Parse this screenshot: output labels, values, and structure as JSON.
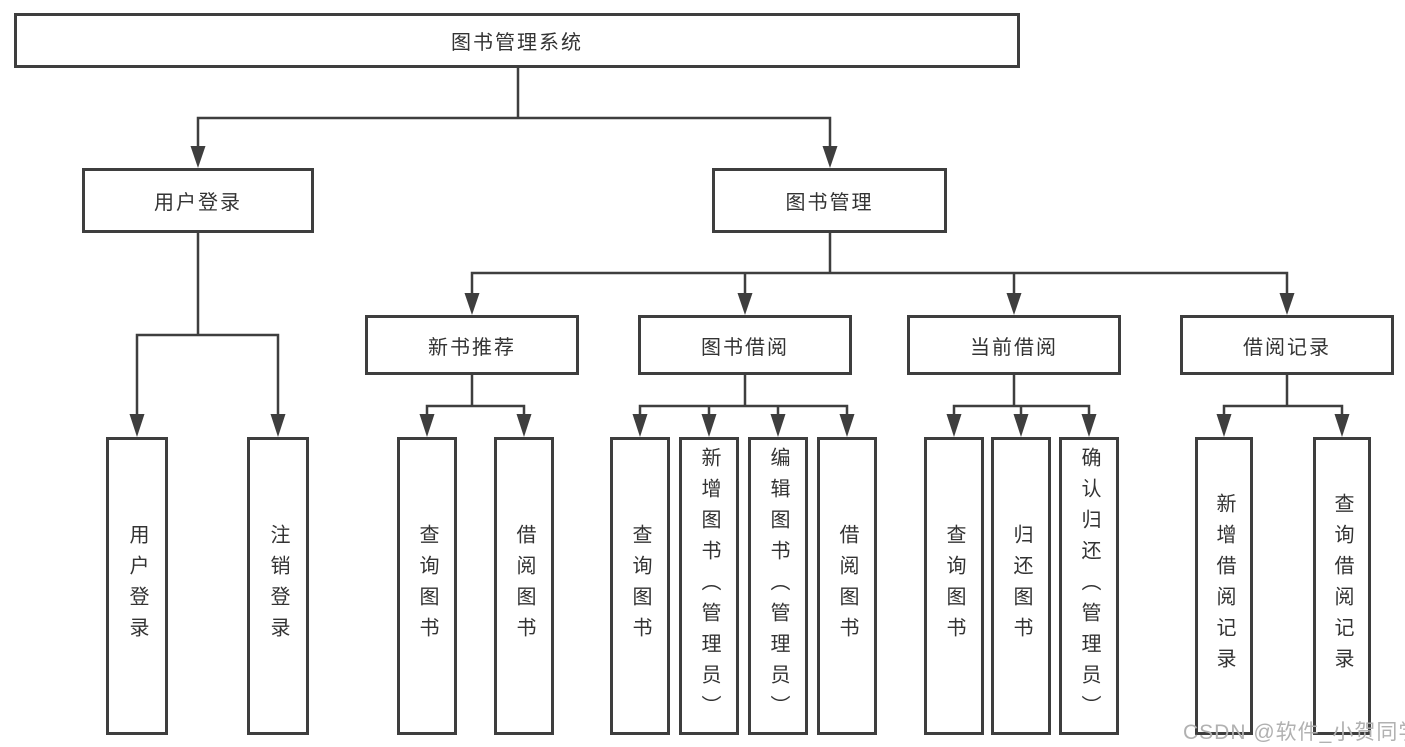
{
  "tree": {
    "label": "图书管理系统",
    "children": [
      {
        "label": "用户登录",
        "children": [
          {
            "label": "用户登录"
          },
          {
            "label": "注销登录"
          }
        ]
      },
      {
        "label": "图书管理",
        "children": [
          {
            "label": "新书推荐",
            "children": [
              {
                "label": "查询图书"
              },
              {
                "label": "借阅图书"
              }
            ]
          },
          {
            "label": "图书借阅",
            "children": [
              {
                "label": "查询图书"
              },
              {
                "label": "新增图书（管理员）"
              },
              {
                "label": "编辑图书（管理员）"
              },
              {
                "label": "借阅图书"
              }
            ]
          },
          {
            "label": "当前借阅",
            "children": [
              {
                "label": "查询图书"
              },
              {
                "label": "归还图书"
              },
              {
                "label": "确认归还（管理员）"
              }
            ]
          },
          {
            "label": "借阅记录",
            "children": [
              {
                "label": "新增借阅记录"
              },
              {
                "label": "查询借阅记录"
              }
            ]
          }
        ]
      }
    ]
  },
  "watermark": {
    "text": "CSDN @软件_小贺同学"
  },
  "colors": {
    "line": "#3e3e3e",
    "box_border": "#3e3e3e",
    "box_text": "#333333",
    "watermark_text": "#b1b1b1",
    "background": "#ffffff"
  }
}
